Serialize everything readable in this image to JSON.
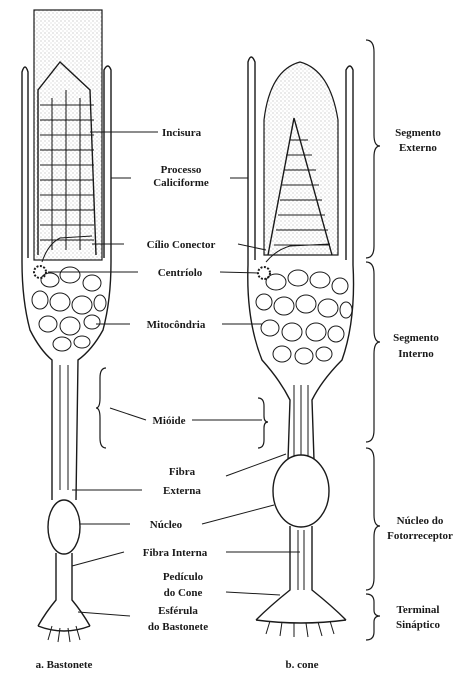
{
  "labels": {
    "incisura": "Incisura",
    "processo_1": "Processo",
    "processo_2": "Caliciforme",
    "cilio": "Cílio Conector",
    "centriolo": "Centríolo",
    "mitocondria": "Mitocôndria",
    "mioide": "Mióide",
    "fibra_ext_1": "Fibra",
    "fibra_ext_2": "Externa",
    "nucleo": "Núcleo",
    "fibra_int": "Fibra Interna",
    "pediculo_1": "Pedículo",
    "pediculo_2": "do Cone",
    "esferula_1": "Esférula",
    "esferula_2": "do Bastonete"
  },
  "regions": {
    "seg_ext_1": "Segmento",
    "seg_ext_2": "Externo",
    "seg_int_1": "Segmento",
    "seg_int_2": "Interno",
    "nuc_foto_1": "Núcleo do",
    "nuc_foto_2": "Fotorreceptor",
    "terminal_1": "Terminal",
    "terminal_2": "Sináptico"
  },
  "captions": {
    "rod": "a. Bastonete",
    "cone": "b. cone"
  },
  "colors": {
    "ink": "#1a1a1a",
    "stipple": "#bfbfbf",
    "background": "#ffffff"
  }
}
